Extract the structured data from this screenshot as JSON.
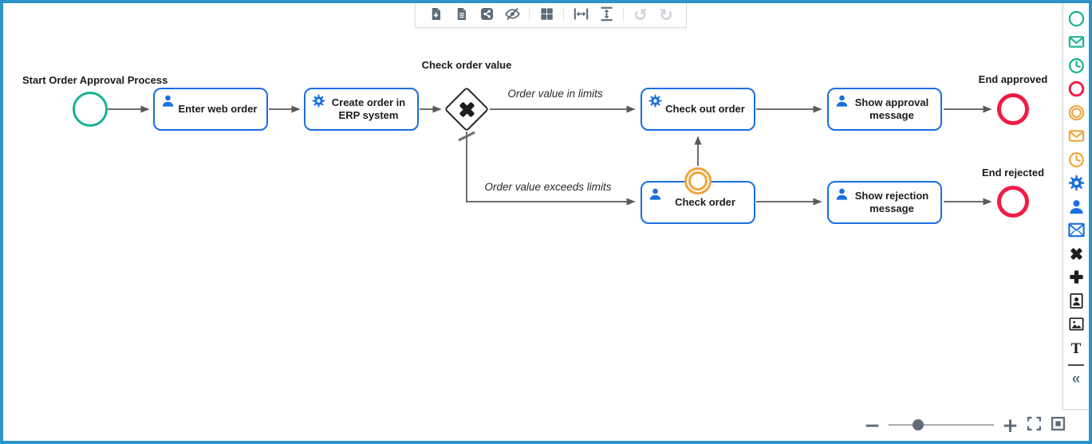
{
  "colors": {
    "frame_blue": "#2d93c8",
    "task_border_blue": "#1a6fe0",
    "start_green": "#15b392",
    "end_red": "#ee1c46",
    "intermediate_orange": "#f0a43c",
    "connector_gray": "#6e6e6e",
    "toolbar_icon": "#5b6b79",
    "toolbar_icon_disabled": "#ccd2d8"
  },
  "toolbar": {
    "icons": [
      "export-download",
      "document",
      "share",
      "hide-visibility",
      "grid-layout",
      "fit-width",
      "fit-height",
      "undo",
      "redo"
    ],
    "undo_glyph": "↺",
    "redo_glyph": "↻"
  },
  "diagram": {
    "start_event": {
      "label": "Start Order Approval Process"
    },
    "tasks": [
      {
        "label": "Enter web order",
        "icon": "user"
      },
      {
        "label": "Create order in ERP system",
        "icon": "gear"
      },
      {
        "label": "Check out order",
        "icon": "gear"
      },
      {
        "label": "Show approval message",
        "icon": "user"
      },
      {
        "label": "Check order",
        "icon": "user"
      },
      {
        "label": "Show rejection message",
        "icon": "user"
      }
    ],
    "gateway": {
      "label": "Check order value",
      "type": "exclusive-x"
    },
    "flows": [
      {
        "label": "Order value in limits"
      },
      {
        "label": "Order value exceeds limits"
      }
    ],
    "boundary_event": {
      "type": "intermediate-double-circle",
      "color": "orange"
    },
    "end_events": [
      {
        "label": "End approved"
      },
      {
        "label": "End rejected"
      }
    ]
  },
  "palette": {
    "items": [
      "start-event",
      "message-start-event",
      "timer-start-event",
      "end-event",
      "intermediate-event",
      "message-intermediate-event",
      "timer-intermediate-event",
      "service-task",
      "user-task",
      "send-task",
      "exclusive-gateway",
      "parallel-gateway",
      "user-badge",
      "image",
      "text-annotation",
      "collapse-panel"
    ],
    "text_tool_glyph": "T",
    "collapse_glyph": "«"
  },
  "zoom_controls": {
    "zoom_out_glyph": "−",
    "zoom_in_glyph": "+"
  }
}
